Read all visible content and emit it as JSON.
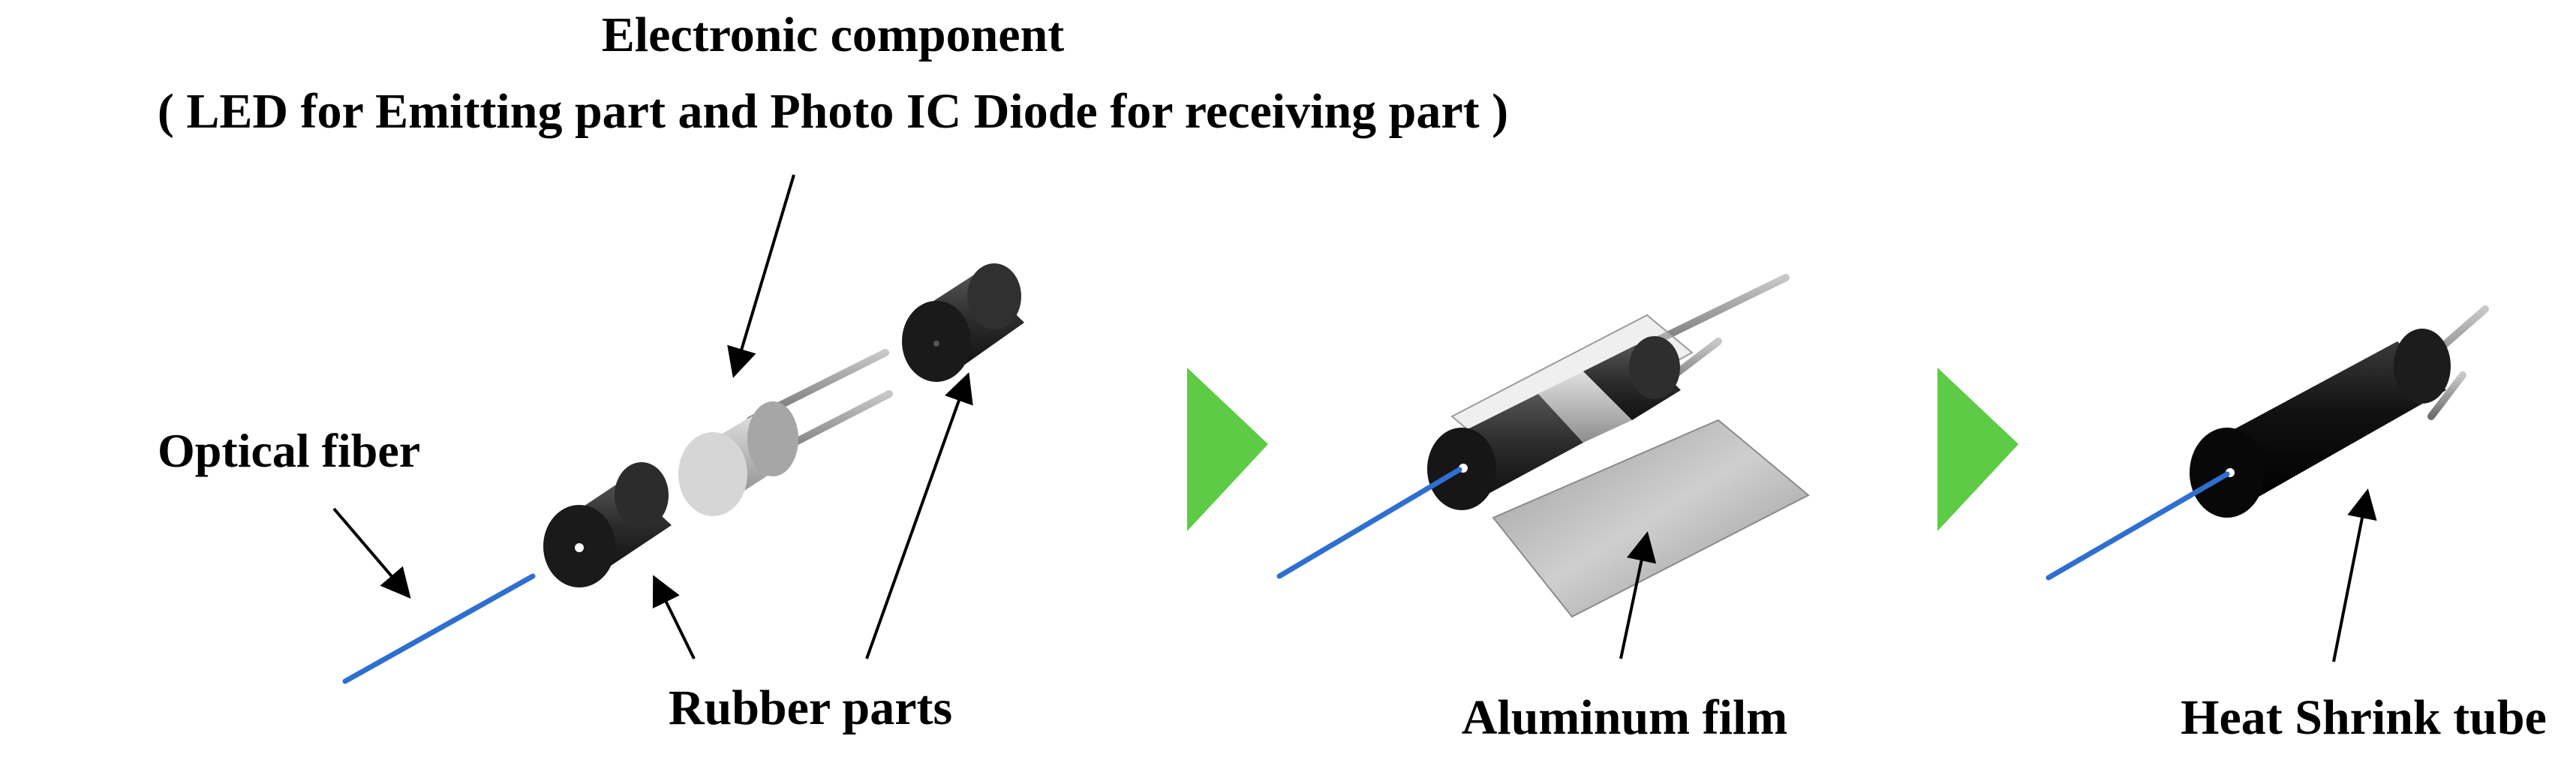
{
  "labels": {
    "electronic_component_title": "Electronic component",
    "electronic_component_subtitle": "( LED for Emitting part and Photo IC Diode for receiving part )",
    "optical_fiber": "Optical fiber",
    "rubber_parts": "Rubber parts",
    "aluminum_film": "Aluminum  film",
    "heat_shrink_tube": "Heat Shrink tube"
  },
  "colors": {
    "fiber": "#2E6FD0",
    "rubber": "#2B2B2B",
    "rubber_face": "#1A1A1A",
    "led_body": "#B8B8B8",
    "led_face": "#D6D6D6",
    "aluminum": "#B0B0B0",
    "shrink_tube": "#0E0E0E",
    "step_arrow": "#5DCB46",
    "lead": "#8A8A8A"
  },
  "icons": {
    "step_arrow": "green-right-triangle",
    "pointer": "black-arrow"
  }
}
